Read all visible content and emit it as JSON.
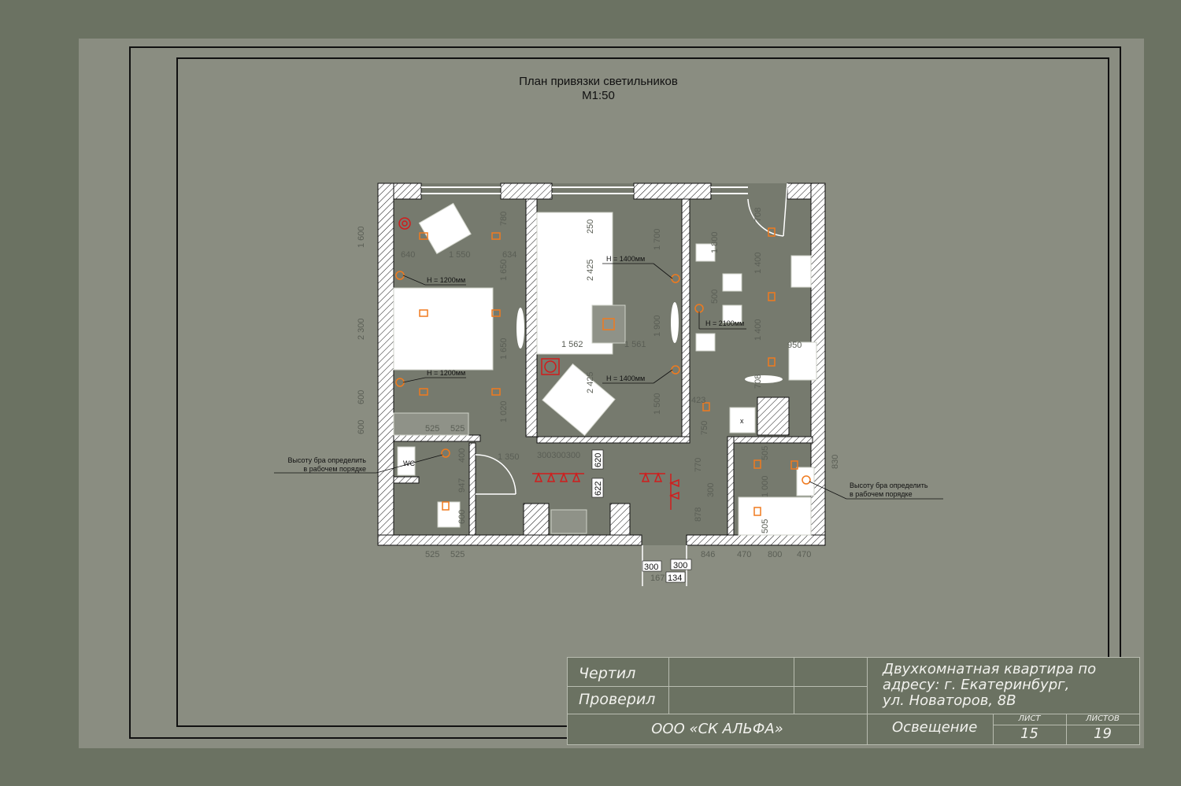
{
  "title": {
    "line1": "План привязки светильников",
    "line2": "М1:50"
  },
  "dimensions": {
    "bedroom_v": [
      "1 600",
      "2 300",
      "600",
      "600"
    ],
    "bedroom_h": [
      "640",
      "1 550",
      "634",
      "780",
      "525",
      "525"
    ],
    "bedroom_v2": [
      "1 650",
      "1 650",
      "1 020"
    ],
    "living_v": [
      "250",
      "2 425",
      "2 425",
      "1 700",
      "1 900",
      "1 500"
    ],
    "living_h": [
      "1 562",
      "1 561"
    ],
    "kitchen_v": [
      "1 800",
      "500",
      "1 400",
      "1 400",
      "708",
      "708",
      "750",
      "770",
      "300",
      "878"
    ],
    "kitchen_h": [
      "950",
      "423"
    ],
    "bath_v": [
      "505",
      "1 000",
      "505",
      "830"
    ],
    "hall": [
      "1 350",
      "300300300",
      "620",
      "622",
      "947",
      "400",
      "600"
    ],
    "bottom_left": [
      "525",
      "525"
    ],
    "bottom_right": [
      "846",
      "470",
      "800",
      "470"
    ],
    "entry": [
      "300",
      "300",
      "167",
      "134"
    ]
  },
  "heights": {
    "bed_top": "H = 1200мм",
    "bed_bottom": "H = 1200мм",
    "living_top": "H = 1400мм",
    "living_bottom": "H = 1400мм",
    "kitchen": "H = 2100мм"
  },
  "notes": {
    "left_line1": "Высоту бра определить",
    "left_line2": "в рабочем порядке",
    "right_line1": "Высоту бра определить",
    "right_line2": "в рабочем порядке",
    "wc": "WC"
  },
  "stamp": {
    "drew": "Чертил",
    "checked": "Проверил",
    "company": "ООО «СК АЛЬФА»",
    "project_line1": "Двухкомнатная квартира по",
    "project_line2": "адресу: г. Екатеринбург,",
    "project_line3": "ул. Новаторов, 8В",
    "section": "Освещение",
    "sheet_label": "лист",
    "sheet_value": "15",
    "sheets_label": "листов",
    "sheets_value": "19"
  },
  "colors": {
    "page": "#6b7262",
    "sheet": "#8a8d81",
    "floor": "#767a6e",
    "wall": "#ffffff",
    "light_orange": "#f07a1e",
    "light_red": "#d11c1c",
    "stamp_bg": "#6b7262"
  }
}
